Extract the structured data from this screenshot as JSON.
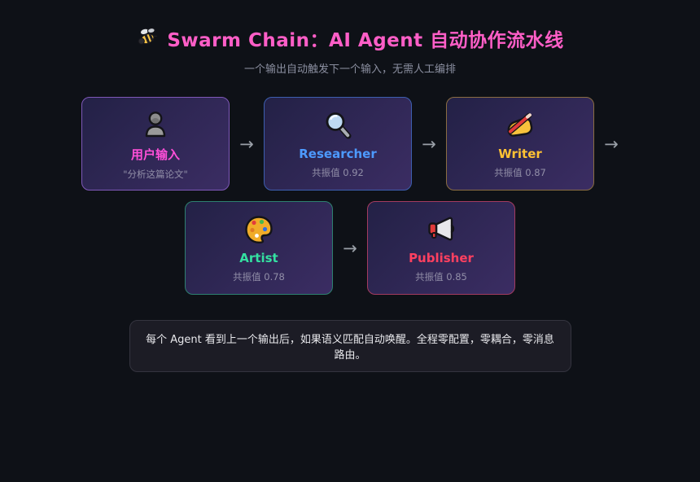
{
  "page": {
    "background": "#0e1117"
  },
  "header": {
    "icon": "bee-icon",
    "title": "Swarm Chain：AI Agent 自动协作流水线",
    "title_color": "#ff5ec7",
    "subtitle": "一个输出自动触发下一个输入，无需人工编排"
  },
  "pipeline": {
    "arrow_glyph": "→",
    "cards": [
      {
        "icon": "person-icon",
        "title": "用户输入",
        "subtitle": "\"分析这篇论文\"",
        "accent": "#ff4fd8",
        "border": "#7e58b8"
      },
      {
        "icon": "magnifier-icon",
        "title": "Researcher",
        "subtitle": "共振值 0.92",
        "accent": "#4d9aff",
        "border": "#3d5fb0"
      },
      {
        "icon": "writing-hand-icon",
        "title": "Writer",
        "subtitle": "共振值 0.87",
        "accent": "#ffc233",
        "border": "#8a6d42"
      },
      {
        "icon": "palette-icon",
        "title": "Artist",
        "subtitle": "共振值 0.78",
        "accent": "#34e0a1",
        "border": "#2e8070"
      },
      {
        "icon": "megaphone-icon",
        "title": "Publisher",
        "subtitle": "共振值 0.85",
        "accent": "#ff4060",
        "border": "#a33b60"
      }
    ]
  },
  "footer": {
    "note": "每个 Agent 看到上一个输出后，如果语义匹配自动唤醒。全程零配置，零耦合，零消息路由。"
  }
}
